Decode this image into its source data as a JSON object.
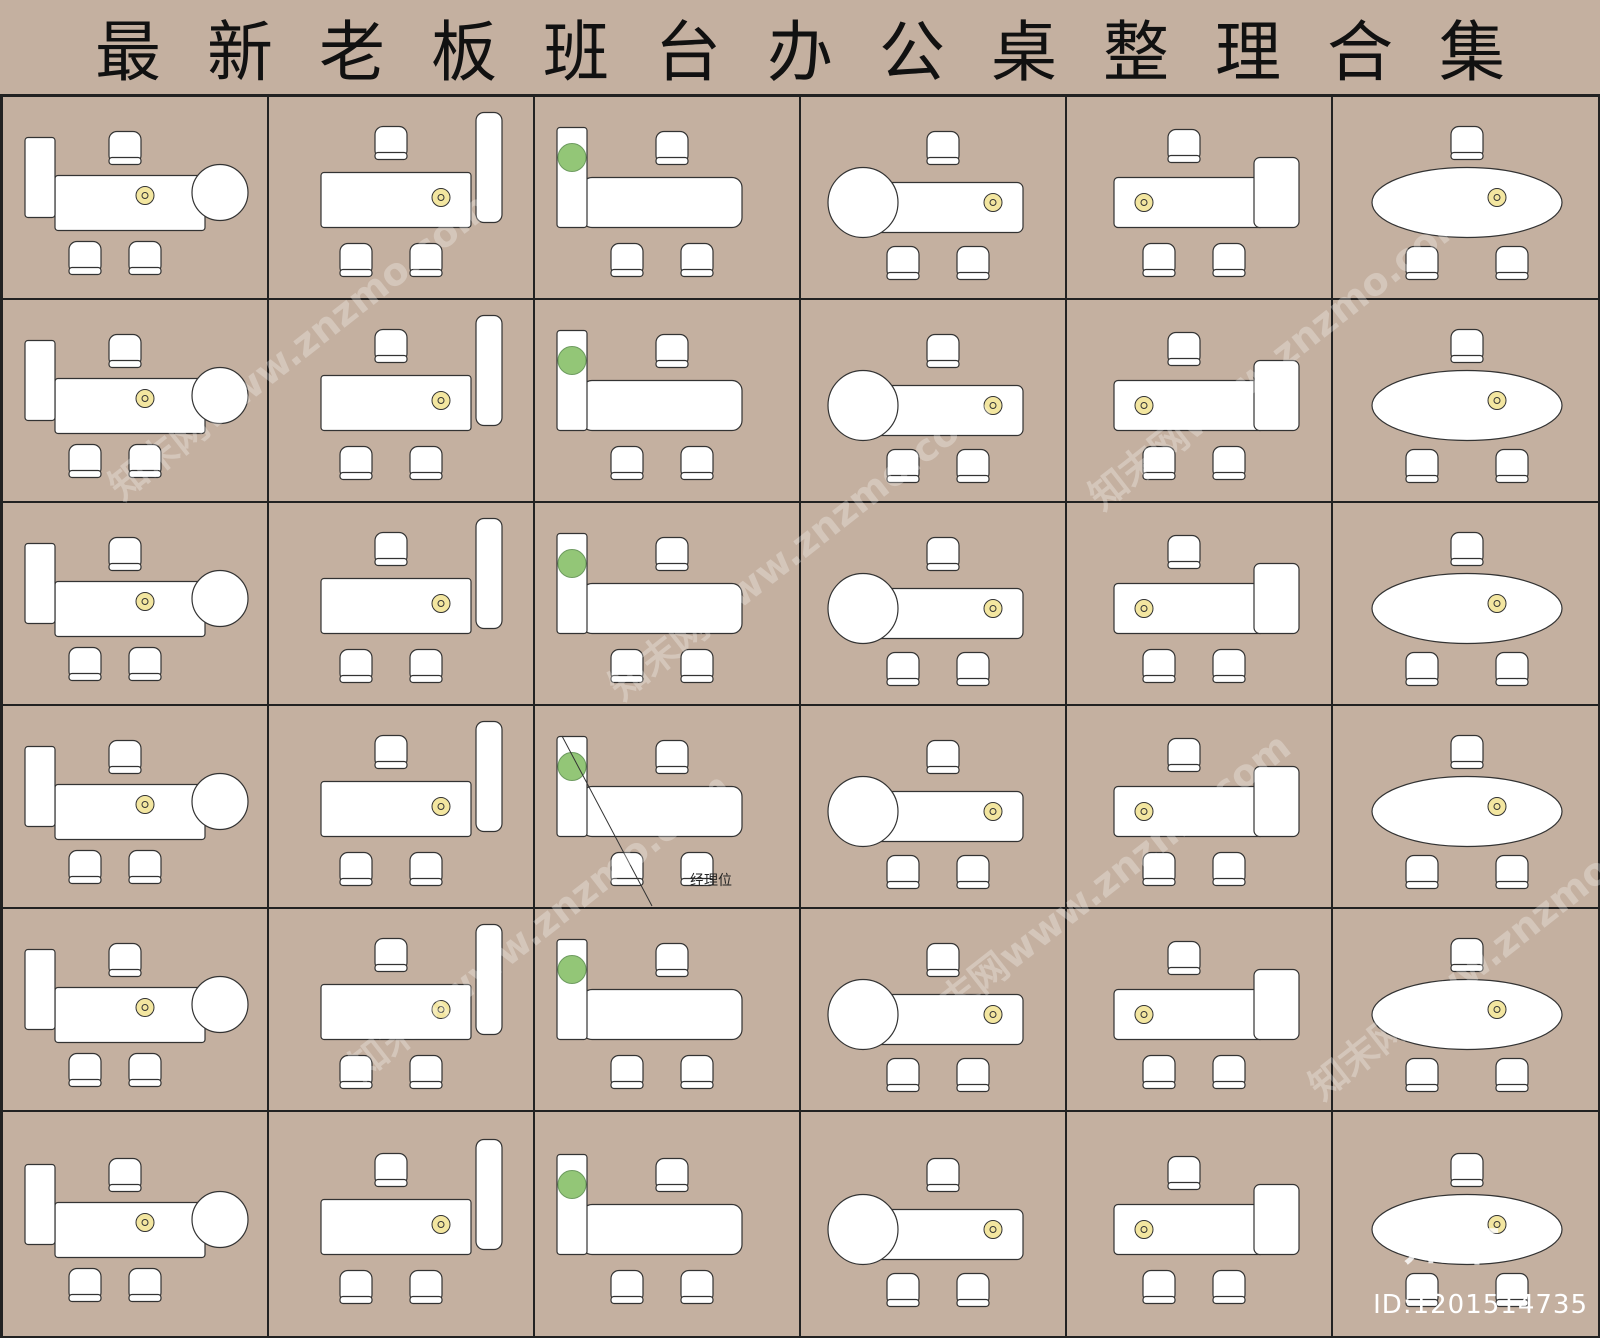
{
  "title": "最新老板班台办公桌整理合集",
  "labels": {
    "manager_seat": "经理位",
    "logo": "知末",
    "id": "ID:1201514735"
  },
  "watermark": {
    "text": "知末网www.znzmo.com"
  },
  "colors": {
    "background": "#c4b0a0",
    "grid_line": "#222222",
    "furniture_fill": "#ffffff",
    "furniture_stroke": "#333333",
    "lamp": "#f3e6a0",
    "plant": "#6fb44a"
  },
  "grid": {
    "columns": 6,
    "rows": 6
  }
}
